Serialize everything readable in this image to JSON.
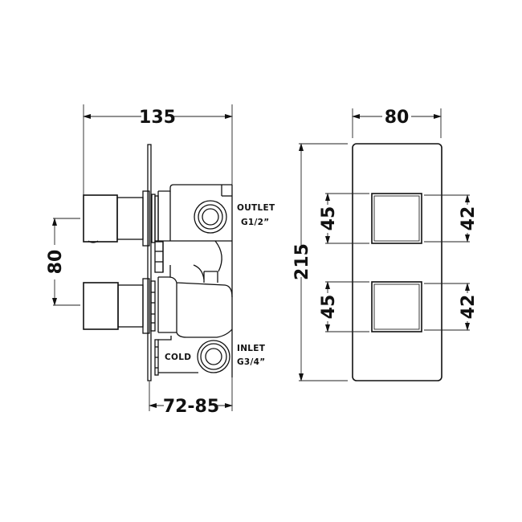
{
  "diagram": {
    "type": "technical-drawing",
    "subject": "twin concealed thermostatic shower valve with square plate",
    "colors": {
      "line": "#111111",
      "background": "#ffffff"
    },
    "side_view": {
      "dimensions": {
        "overall_depth": "135",
        "handle_spacing": "80",
        "wall_depth": "72-85"
      },
      "labels": {
        "outlet": "OUTLET",
        "outlet_size": "G1/2”",
        "inlet": "INLET",
        "inlet_size": "G3/4”",
        "cold": "COLD"
      }
    },
    "front_view": {
      "dimensions": {
        "plate_width": "80",
        "plate_height": "215",
        "upper_handle_outer": "45",
        "upper_handle_inner": "42",
        "lower_handle_outer": "45",
        "lower_handle_inner": "42"
      }
    }
  }
}
